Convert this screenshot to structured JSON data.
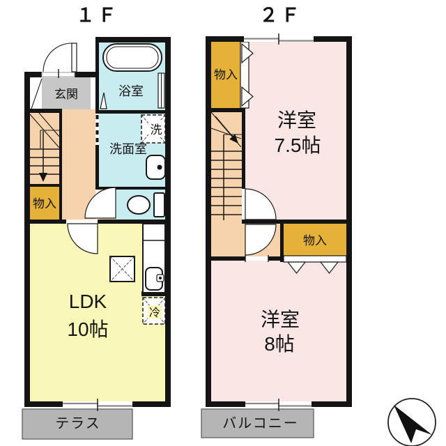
{
  "colors": {
    "wall": "#141414",
    "ldk": "#FAF8B8",
    "bedroom": "#FAE7E5",
    "corridor": "#F6D3AD",
    "storage": "#E5B138",
    "wet": "#C9ECF0",
    "entry": "#C7C7C7",
    "outdoor": "#B5B5B5",
    "white": "#FFFFFF"
  },
  "f1": {
    "title": "１Ｆ",
    "entry": "玄関",
    "bath": "浴室",
    "washroom": "洗面室",
    "washer": "洗",
    "storage": "物入",
    "ldk_name": "LDK",
    "ldk_size": "10帖",
    "fridge": "冷",
    "terrace": "テラス"
  },
  "f2": {
    "title": "２Ｆ",
    "storage_top": "物入",
    "room1_name": "洋室",
    "room1_size": "7.5帖",
    "storage_mid": "物入",
    "room2_name": "洋室",
    "room2_size": "8帖",
    "balcony": "バルコニー"
  },
  "compass": {
    "icon": "north-arrow"
  }
}
